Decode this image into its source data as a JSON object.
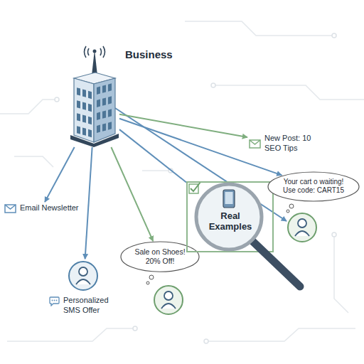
{
  "diagram": {
    "nodes": [
      {
        "text": [
          "Business"
        ]
      },
      {
        "text": [
          "Email Newsletter"
        ]
      },
      {
        "text": [
          "Personalized SMS Offer"
        ]
      },
      {
        "text": [
          "Sale on Shoes! 20% Off!"
        ]
      },
      {
        "text": [
          "New Post: 10 SEO Tips"
        ]
      },
      {
        "text": [
          "Real Examples"
        ]
      },
      {
        "text": [
          "Your cart o waiting! Use code: CART15"
        ]
      }
    ],
    "edges": [
      {
        "from": 0,
        "to": 1,
        "arrow": "to"
      },
      {
        "from": 0,
        "to": 2,
        "arrow": "to"
      },
      {
        "from": 0,
        "to": 3,
        "arrow": "to"
      },
      {
        "from": 0,
        "to": 4,
        "arrow": "to"
      },
      {
        "from": 0,
        "to": 5,
        "arrow": "none"
      },
      {
        "from": 0,
        "to": 6,
        "arrow": "to"
      }
    ]
  }
}
